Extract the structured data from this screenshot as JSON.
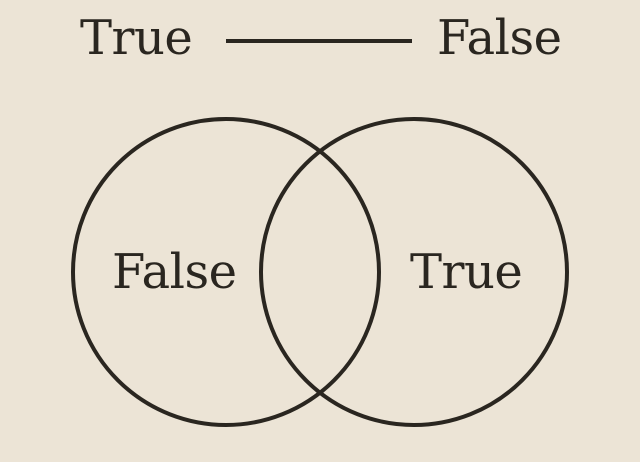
{
  "header": {
    "left_label": "True",
    "right_label": "False"
  },
  "venn": {
    "left_set_label": "False",
    "right_set_label": "True"
  },
  "colors": {
    "background": "#ece4d6",
    "ink": "#2a2620"
  }
}
